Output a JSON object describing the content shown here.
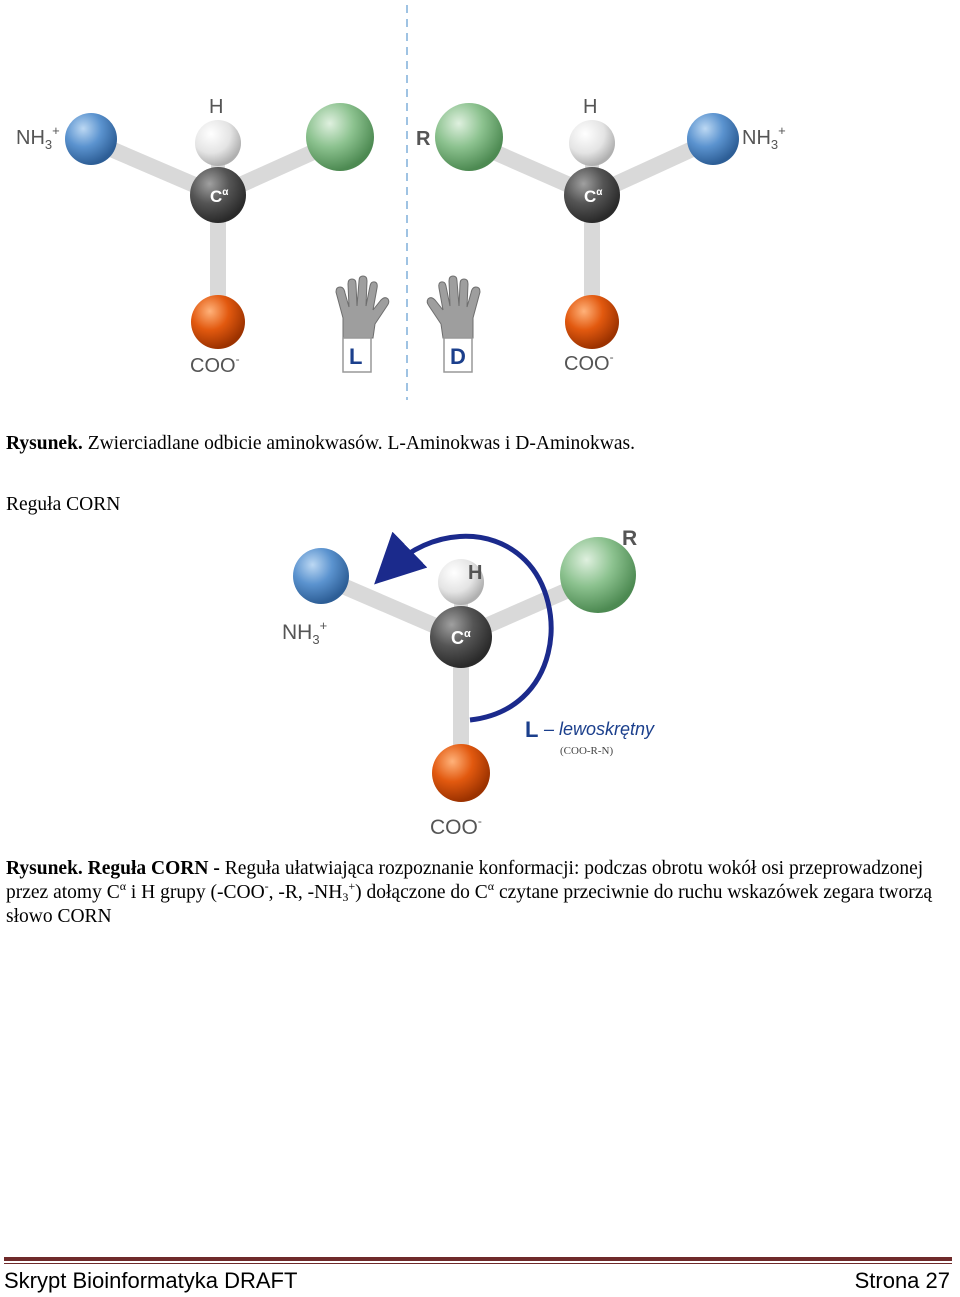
{
  "figure1": {
    "left_molecule": {
      "h": "H",
      "nh3": "NH",
      "nh3_sub": "3",
      "nh3_sup": "+",
      "coo": "COO",
      "coo_sup": "-",
      "calpha": "C",
      "calpha_sup": "α"
    },
    "right_molecule": {
      "h": "H",
      "nh3": "NH",
      "nh3_sub": "3",
      "nh3_sup": "+",
      "coo": "COO",
      "coo_sup": "-",
      "r": "R",
      "calpha": "C",
      "calpha_sup": "α"
    },
    "hand_left_label": "L",
    "hand_right_label": "D"
  },
  "caption1": {
    "lead": "Rysunek.",
    "text": " Zwierciadlane odbicie aminokwasów. L-Aminokwas i D-Aminokwas."
  },
  "section_label": "Reguła CORN",
  "figure2": {
    "h": "H",
    "r": "R",
    "nh3": "NH",
    "nh3_sub": "3",
    "nh3_sup": "+",
    "coo": "COO",
    "coo_sup": "-",
    "calpha": "C",
    "calpha_sup": "α",
    "l_letter": "L",
    "l_text": "– lewoskrętny",
    "order": "(COO-R-N)"
  },
  "caption2": {
    "lead": "Rysunek. Reguła CORN -",
    "t1": " Reguła ułatwiająca rozpoznanie konformacji: podczas obrotu wokół osi przeprowadzonej  przez atomy C",
    "alpha": "α",
    "t2": " i H grupy (-COO",
    "minus": "-",
    "t3": ", -R, -NH",
    "sub3": "3",
    "plus": "+",
    "t4": ") dołączone do C",
    "t5": " czytane przeciwnie do ruchu wskazówek zegara tworzą słowo CORN"
  },
  "footer": {
    "left": "Skrypt Bioinformatyka DRAFT",
    "right": "Strona 27"
  },
  "colors": {
    "nh3_sphere": "#5b93cf",
    "r_sphere": "#7fbf84",
    "coo_sphere": "#e2590f",
    "h_sphere": "#e4e4e4",
    "calpha_sphere": "#555555",
    "arrow": "#1b2a8c",
    "footer_rule": "#6f2a2a"
  }
}
